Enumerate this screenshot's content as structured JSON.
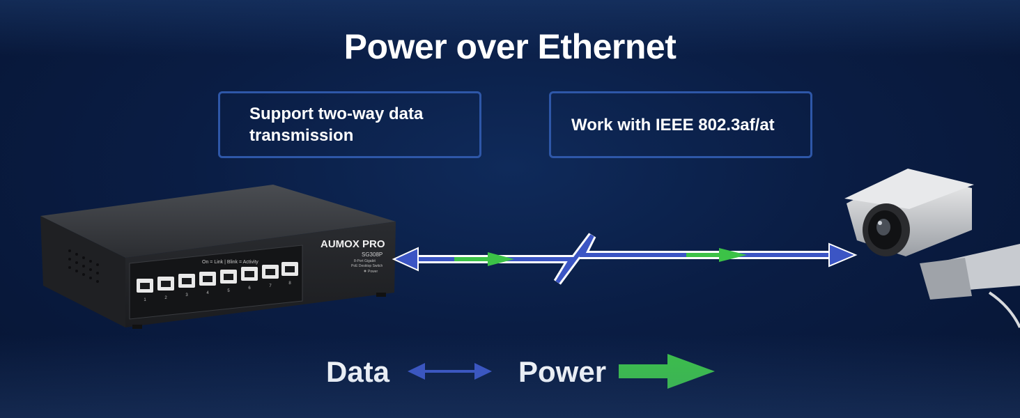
{
  "title": "Power over Ethernet",
  "features": [
    {
      "text": "Support two-way data transmission"
    },
    {
      "text": "Work with IEEE 802.3af/at"
    }
  ],
  "switch": {
    "brand": "AUMOX PRO",
    "model": "SG308P",
    "desc_line1": "8-Port Gigabit",
    "desc_line2": "PoE Desktop Switch",
    "led_label": "On = Link | Blink = Activity",
    "power_label": "Power",
    "ports": [
      "1",
      "2",
      "3",
      "4",
      "5",
      "6",
      "7",
      "8"
    ]
  },
  "legend": {
    "data_label": "Data",
    "power_label": "Power"
  },
  "colors": {
    "data_blue": "#3b55c4",
    "power_green": "#3cc247",
    "box_border": "#2e57a8",
    "background": "#0a1d44"
  },
  "icons": {
    "switch": "network-switch-icon",
    "camera": "security-camera-icon"
  }
}
